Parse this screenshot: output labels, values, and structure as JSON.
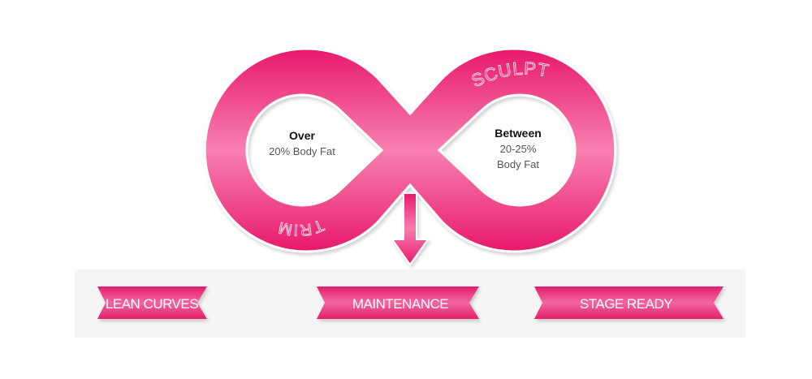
{
  "loop": {
    "left": {
      "title": "Over",
      "detail": "20% Body Fat"
    },
    "right": {
      "title": "Between",
      "detail_line1": "20-25%",
      "detail_line2": "Body Fat"
    },
    "label_top_right": "SCULPT",
    "label_bottom_left": "TRIM"
  },
  "ribbons": [
    {
      "label": "LEAN CURVES"
    },
    {
      "label": "MAINTENANCE"
    },
    {
      "label": "STAGE READY"
    }
  ],
  "colors": {
    "primary": "#e8226f",
    "light": "#f46aa3",
    "band": "#f5f5f6"
  }
}
